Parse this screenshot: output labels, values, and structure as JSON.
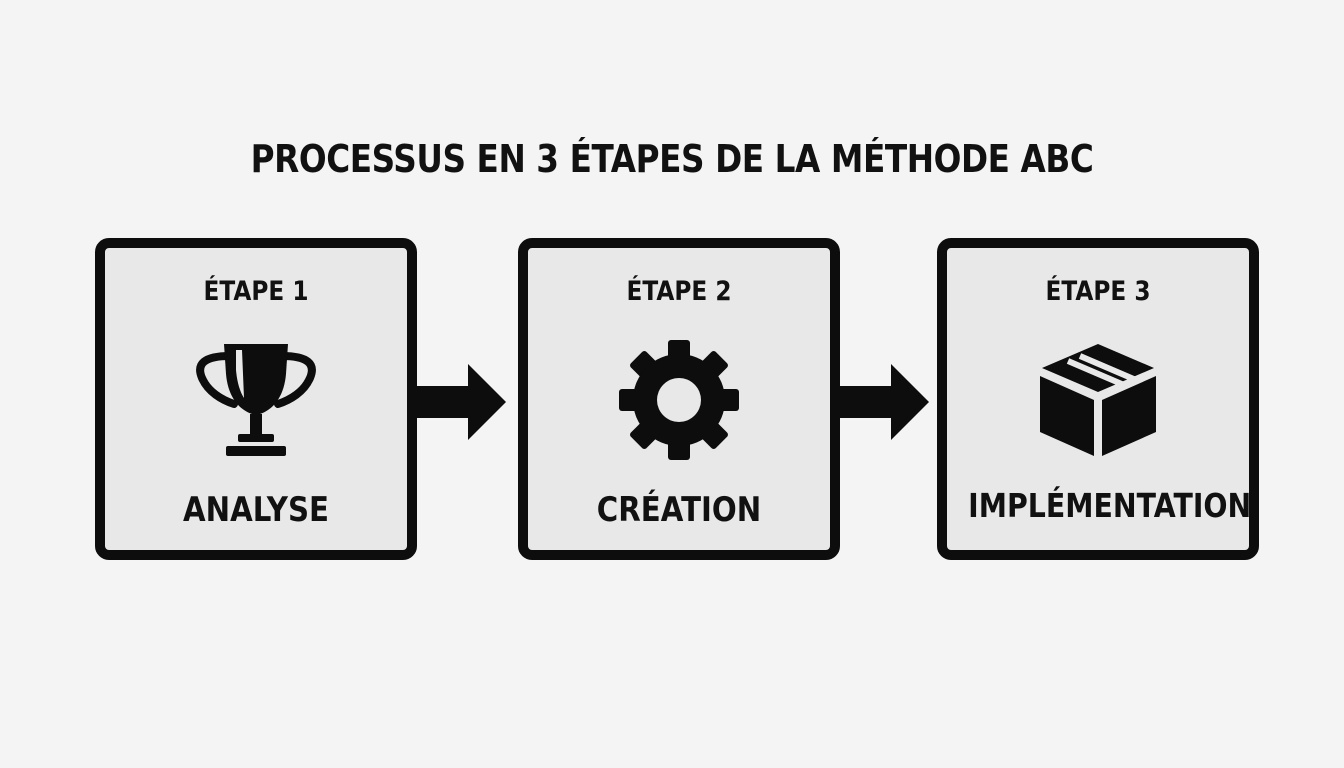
{
  "title": "PROCESSUS EN 3 ÉTAPES DE LA MÉTHODE ABC",
  "steps": [
    {
      "number_label": "ÉTAPE 1",
      "name": "ANALYSE",
      "icon": "trophy-icon"
    },
    {
      "number_label": "ÉTAPE 2",
      "name": "CRÉATION",
      "icon": "gear-icon"
    },
    {
      "number_label": "ÉTAPE 3",
      "name": "IMPLÉMENTATION",
      "icon": "box-icon"
    }
  ],
  "colors": {
    "background": "#f4f4f4",
    "panel": "#e8e8e8",
    "ink": "#0d0d0d"
  }
}
